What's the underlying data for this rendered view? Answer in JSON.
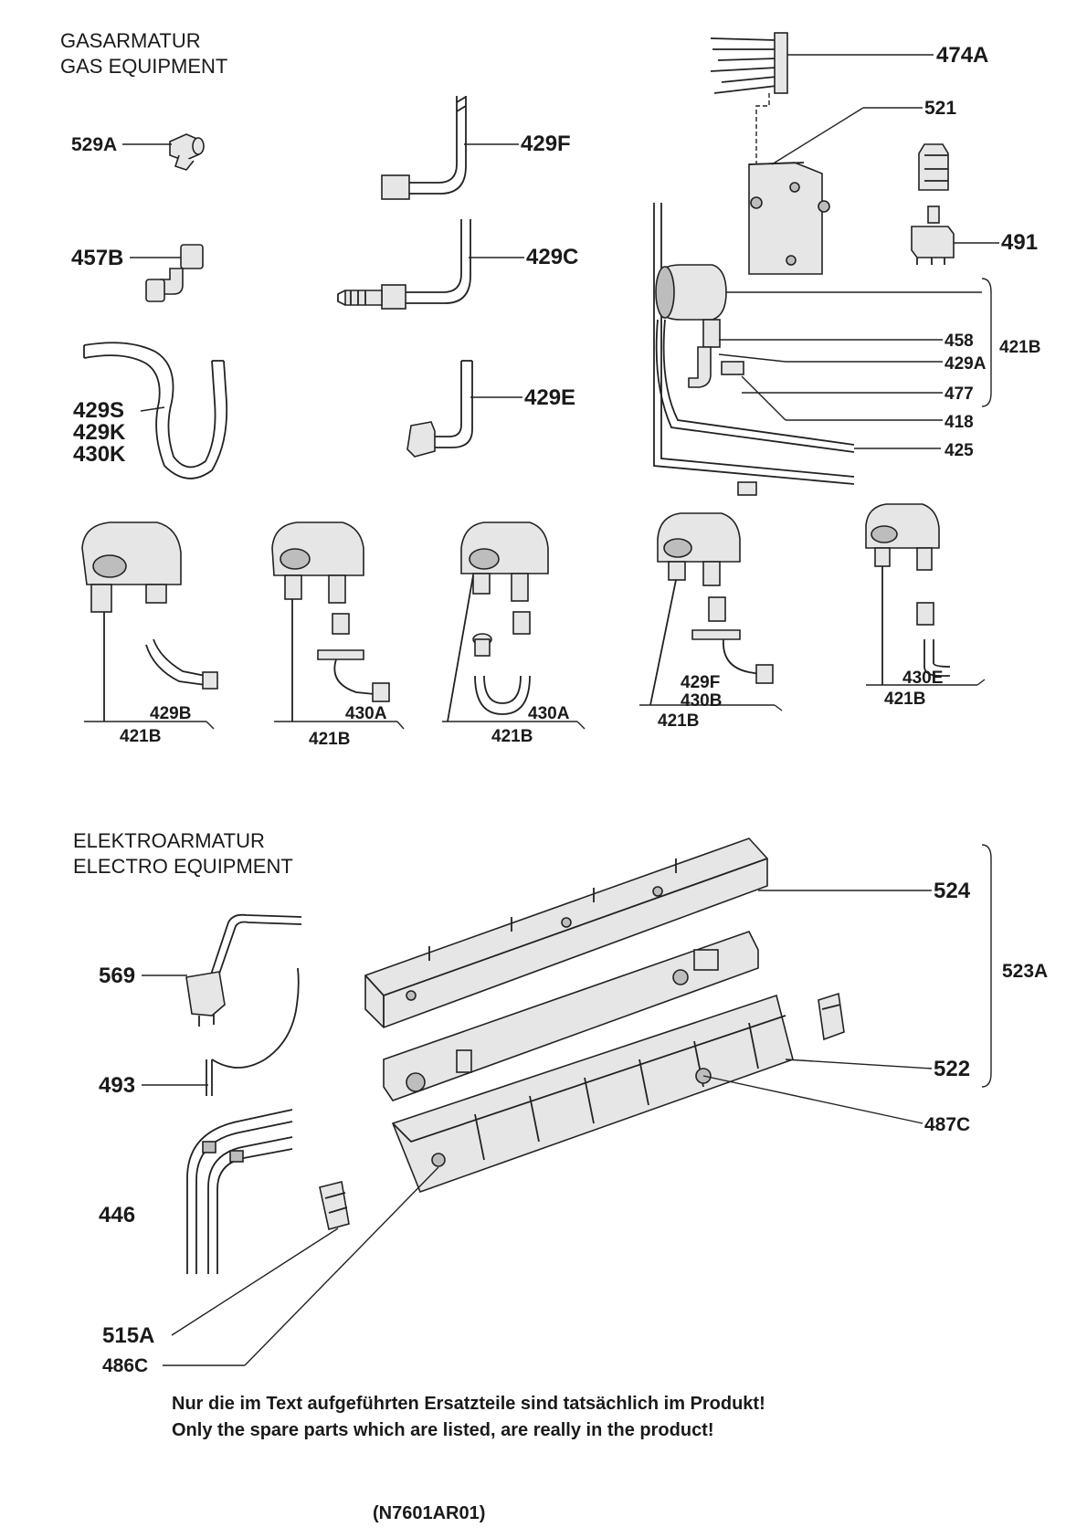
{
  "headings": {
    "gas_de": "GASARMATUR",
    "gas_en": "GAS EQUIPMENT",
    "electro_de": "ELEKTROARMATUR",
    "electro_en": "ELECTRO EQUIPMENT"
  },
  "labels": {
    "p529A": "529A",
    "p429F": "429F",
    "p457B": "457B",
    "p429C": "429C",
    "p429S": "429S",
    "p429K": "429K",
    "p430K": "430K",
    "p429E": "429E",
    "p474A": "474A",
    "p521": "521",
    "p491": "491",
    "p458": "458",
    "p429A": "429A",
    "p421B_side": "421B",
    "p477": "477",
    "p418": "418",
    "p425": "425",
    "v1_part": "429B",
    "v1_assy": "421B",
    "v2_part": "430A",
    "v2_assy": "421B",
    "v3_part": "430A",
    "v3_assy": "421B",
    "v4_part1": "429F",
    "v4_part2": "430B",
    "v4_assy": "421B",
    "v5_part": "430E",
    "v5_assy": "421B",
    "p524": "524",
    "p523A": "523A",
    "p522": "522",
    "p487C": "487C",
    "p569": "569",
    "p493": "493",
    "p446": "446",
    "p515A": "515A",
    "p486C": "486C"
  },
  "notes": {
    "line_de": "Nur die im Text aufgeführten Ersatzteile sind tatsächlich im Produkt!",
    "line_en": "Only the spare parts which are listed, are really in the product!",
    "code": "(N7601AR01)"
  }
}
